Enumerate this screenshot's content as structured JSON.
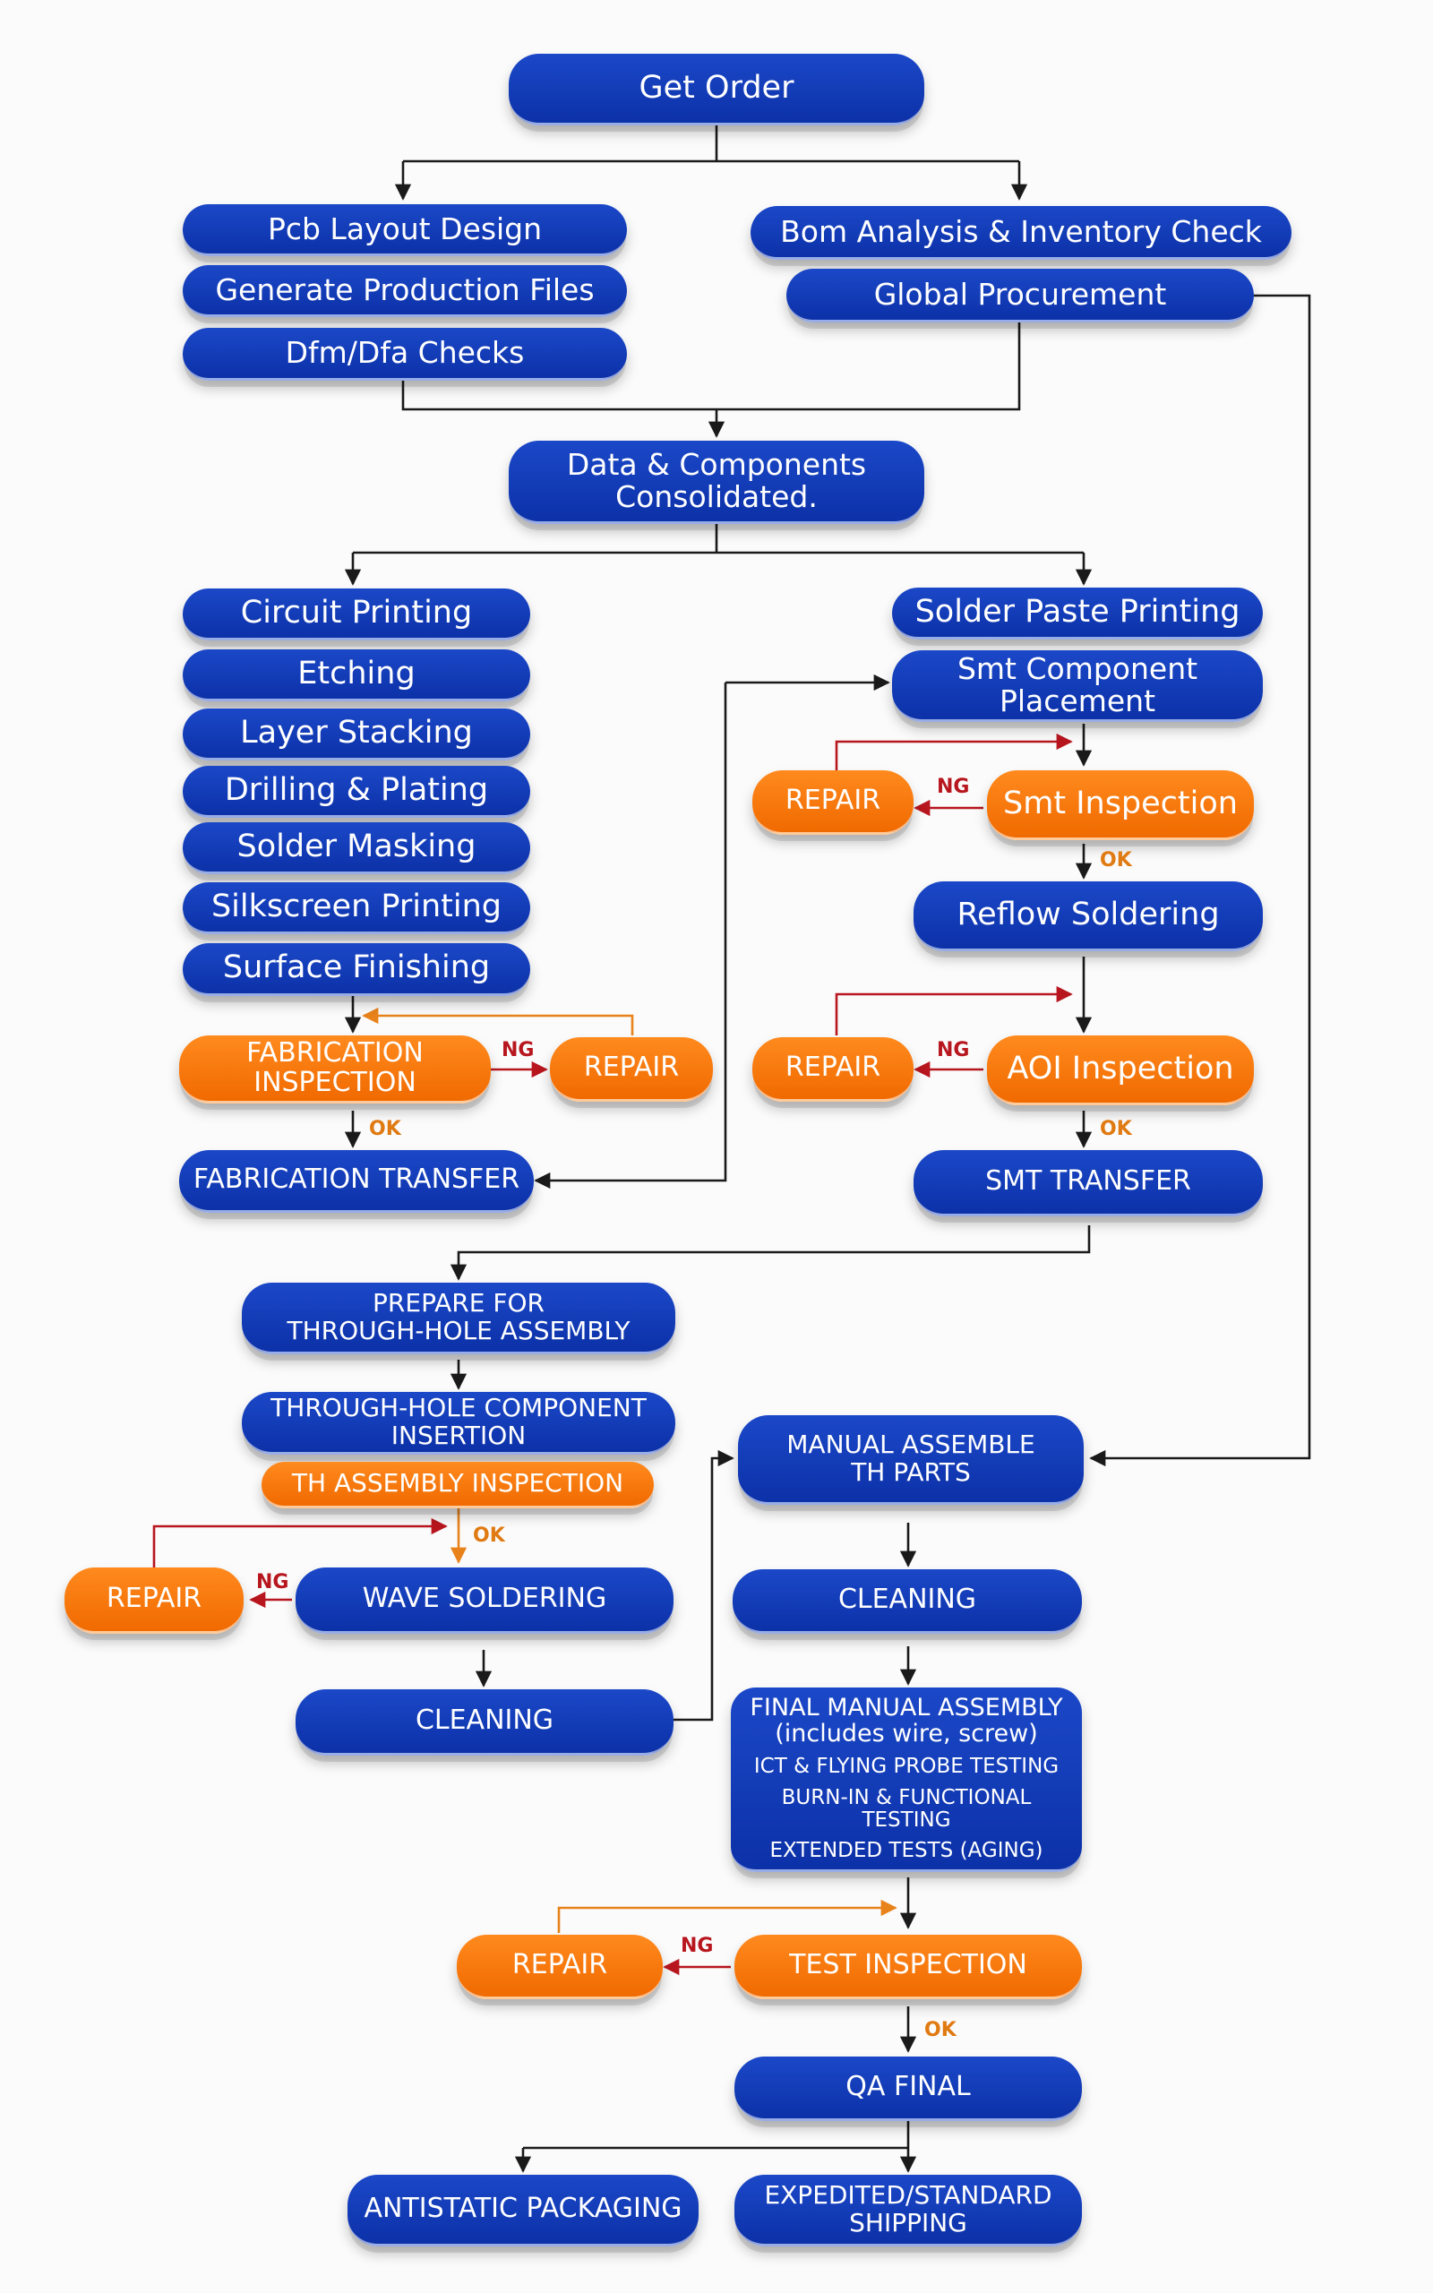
{
  "colors": {
    "blue": "#0f38b8",
    "orange": "#f57a0a",
    "ng": "#b8161e",
    "ok": "#e07a12",
    "line": "#1a1a1a"
  },
  "nodes": {
    "get_order": "Get Order",
    "pcb_layout": "Pcb Layout Design",
    "gen_files": "Generate Production Files",
    "dfm": "Dfm/Dfa Checks",
    "bom": "Bom Analysis & Inventory Check",
    "procurement": "Global Procurement",
    "consolidated_1": "Data & Components",
    "consolidated_2": "Consolidated.",
    "circuit_printing": "Circuit Printing",
    "etching": "Etching",
    "layer_stacking": "Layer Stacking",
    "drilling": "Drilling & Plating",
    "solder_masking": "Solder Masking",
    "silkscreen": "Silkscreen Printing",
    "surface": "Surface Finishing",
    "fab_insp_1": "FABRICATION",
    "fab_insp_2": "INSPECTION",
    "fab_repair": "REPAIR",
    "fab_transfer": "FABRICATION TRANSFER",
    "solder_paste": "Solder Paste Printing",
    "smt_place_1": "Smt Component",
    "smt_place_2": "Placement",
    "smt_repair": "REPAIR",
    "smt_insp": "Smt Inspection",
    "reflow": "Reflow Soldering",
    "aoi_repair": "REPAIR",
    "aoi_insp": "AOI Inspection",
    "smt_transfer": "SMT TRANSFER",
    "prep_th_1": "PREPARE FOR",
    "prep_th_2": "THROUGH-HOLE ASSEMBLY",
    "th_insert_1": "THROUGH-HOLE COMPONENT",
    "th_insert_2": "INSERTION",
    "th_insp": "TH ASSEMBLY INSPECTION",
    "wave_repair": "REPAIR",
    "wave": "WAVE SOLDERING",
    "cleaning_left": "CLEANING",
    "manual_th_1": "MANUAL ASSEMBLE",
    "manual_th_2": "TH PARTS",
    "cleaning_right": "CLEANING",
    "final_1": "FINAL MANUAL ASSEMBLY",
    "final_2": "(includes wire, screw)",
    "final_3": "ICT & FLYING PROBE TESTING",
    "final_4": "BURN-IN & FUNCTIONAL TESTING",
    "final_5": "EXTENDED TESTS (AGING)",
    "test_repair": "REPAIR",
    "test_insp": "TEST INSPECTION",
    "qa_final": "QA FINAL",
    "packaging": "ANTISTATIC PACKAGING",
    "shipping_1": "EXPEDITED/STANDARD",
    "shipping_2": "SHIPPING"
  },
  "labels": {
    "ng": "NG",
    "ok": "OK"
  }
}
